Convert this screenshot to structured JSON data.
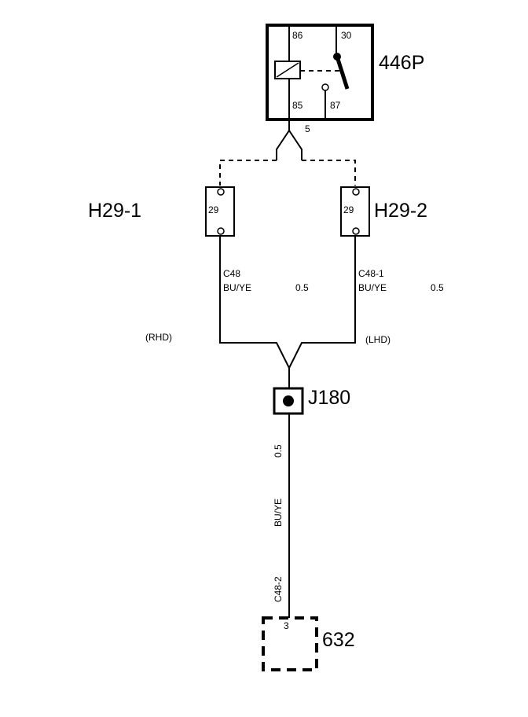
{
  "relay": {
    "id": "446P",
    "pins": {
      "p86": "86",
      "p30": "30",
      "p85": "85",
      "p87": "87",
      "out": "5"
    }
  },
  "connectors": {
    "h29_1": {
      "id": "H29-1",
      "pin": "29"
    },
    "h29_2": {
      "id": "H29-2",
      "pin": "29"
    },
    "j180": {
      "id": "J180"
    },
    "c632": {
      "id": "632",
      "pin": "3"
    }
  },
  "wires": {
    "left": {
      "circuit": "C48",
      "color": "BU/YE",
      "size": "0.5",
      "variant": "(RHD)"
    },
    "right": {
      "circuit": "C48-1",
      "color": "BU/YE",
      "size": "0.5",
      "variant": "(LHD)"
    },
    "bottom": {
      "circuit": "C48-2",
      "color": "BU/YE",
      "size": "0.5"
    }
  }
}
